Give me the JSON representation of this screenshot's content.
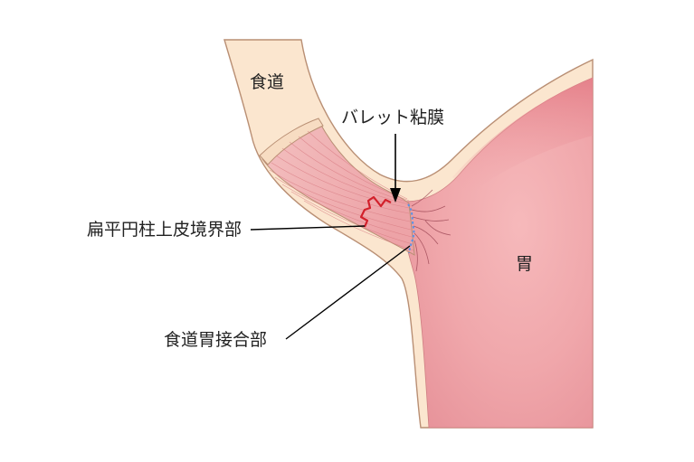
{
  "labels": {
    "esophagus": "食道",
    "barrett_mucosa": "バレット粘膜",
    "sc_junction": "扁平円柱上皮境界部",
    "ge_junction": "食道胃接合部",
    "stomach": "胃"
  },
  "colors": {
    "wall_fill": "#fbe6cf",
    "wall_stroke": "#b98f74",
    "stomach_lumen": "#f0a7ab",
    "stomach_deep": "#e57f88",
    "barrett_fill": "#f1b3b4",
    "sc_line": "#d2202b",
    "gej_dots": "#5a92e6",
    "leader_line": "#000000"
  }
}
